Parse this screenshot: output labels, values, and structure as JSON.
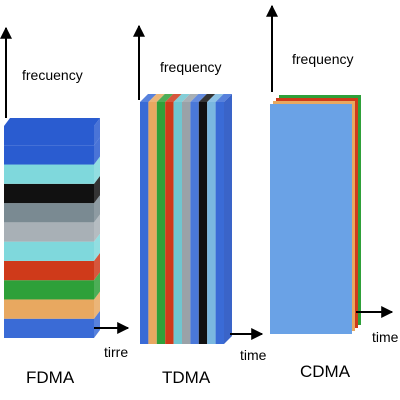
{
  "panels": [
    {
      "id": "fdma",
      "name": "FDMA",
      "freq_label": "frecuency",
      "time_label": "tirre",
      "slice_colors": [
        "#3a6bd6",
        "#e8a860",
        "#2ea039",
        "#cf3a1a",
        "#7fd8dc",
        "#a8b0b6",
        "#7a8a92",
        "#111111",
        "#7fd8dc",
        "#2a5cd0",
        "#2a5cd0"
      ]
    },
    {
      "id": "tdma",
      "name": "TDMA",
      "freq_label": "frequency",
      "time_label": "time",
      "slice_colors": [
        "#3a6bd6",
        "#e8a860",
        "#2ea039",
        "#cf3a1a",
        "#6fc6d0",
        "#9aa2a8",
        "#4a78d8",
        "#111111",
        "#7ab8e0",
        "#3a6bd6"
      ]
    },
    {
      "id": "cdma",
      "name": "CDMA",
      "freq_label": "frequency",
      "time_label": "time",
      "layer_colors": [
        "#2ea039",
        "#cf3a1a",
        "#e8a860"
      ],
      "main_color": "#6aa2e6"
    }
  ],
  "colors": {
    "side_blue": "#3a64c8",
    "axis": "#000000"
  }
}
